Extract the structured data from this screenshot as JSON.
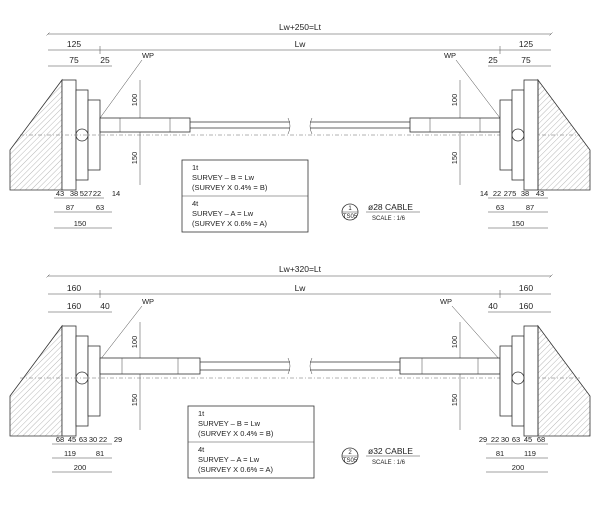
{
  "drawings": [
    {
      "overall": "Lw+250=Lt",
      "lw": "Lw",
      "end_dim": "125",
      "sub_dim_a": "75",
      "sub_dim_b": "25",
      "wp": "WP",
      "dim_100": "100",
      "dim_150": "150",
      "left_bottom_row": [
        "43",
        "38",
        "527",
        "22",
        "14"
      ],
      "left_mid_row": [
        "87",
        "63"
      ],
      "right_bottom_row": [
        "14",
        "22",
        "275",
        "38",
        "43"
      ],
      "right_mid_row": [
        "63",
        "87"
      ],
      "bottom_total": "150",
      "note_top": [
        "1t",
        "SURVEY  –  B  =  Lw",
        "(SURVEY  X  0.4%  =  B)"
      ],
      "note_bottom": [
        "4t",
        "SURVEY  –  A  =  Lw",
        "(SURVEY  X  0.6%  =  A)"
      ],
      "detail_num": "1",
      "detail_ref": "TS05",
      "cable": "ø28  CABLE",
      "scale": "SCALE : 1/6"
    },
    {
      "overall": "Lw+320=Lt",
      "lw": "Lw",
      "end_dim": "160",
      "sub_dim_a": "160",
      "sub_dim_b": "40",
      "wp": "WP",
      "dim_100": "100",
      "dim_150": "150",
      "left_bottom_row": [
        "68",
        "45",
        "63",
        "30",
        "22",
        "29"
      ],
      "left_mid_row": [
        "119",
        "81"
      ],
      "right_bottom_row": [
        "29",
        "22",
        "30",
        "63",
        "45",
        "68"
      ],
      "right_mid_row": [
        "81",
        "119"
      ],
      "bottom_total": "200",
      "note_top": [
        "1t",
        "SURVEY  –  B  =  Lw",
        "(SURVEY  X  0.4%  =  B)"
      ],
      "note_bottom": [
        "4t",
        "SURVEY  –  A  =  Lw",
        "(SURVEY  X  0.6%  =  A)"
      ],
      "detail_num": "2",
      "detail_ref": "TS05",
      "cable": "ø32  CABLE",
      "scale": "SCALE : 1/6"
    }
  ]
}
